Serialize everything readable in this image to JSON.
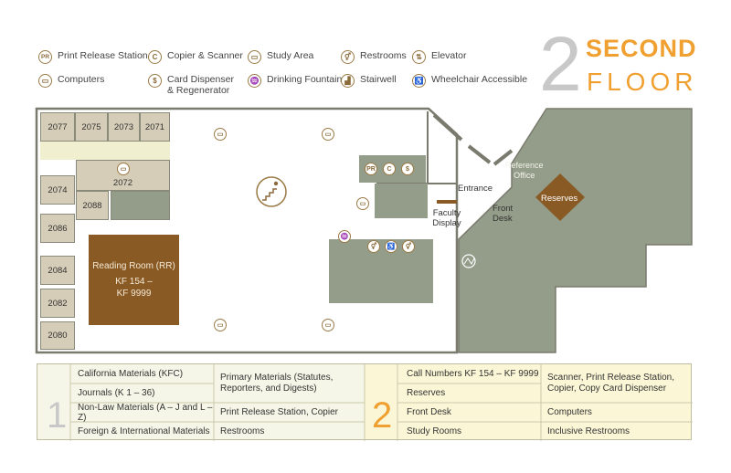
{
  "header": {
    "floor_number": "2",
    "line1": "SECOND",
    "line2": "FLOOR"
  },
  "legend": [
    {
      "icon": "print-release-icon",
      "glyph": "PR",
      "label": "Print Release Station"
    },
    {
      "icon": "copier-icon",
      "glyph": "C",
      "label": "Copier & Scanner"
    },
    {
      "icon": "study-area-icon",
      "glyph": "▭",
      "label": "Study Area"
    },
    {
      "icon": "restroom-icon",
      "glyph": "⚥",
      "label": "Restrooms"
    },
    {
      "icon": "elevator-icon",
      "glyph": "⇅",
      "label": "Elevator"
    },
    {
      "icon": "computer-icon",
      "glyph": "▭",
      "label": "Computers"
    },
    {
      "icon": "card-dispenser-icon",
      "glyph": "$",
      "label": "Card Dispenser\n& Regenerator"
    },
    {
      "icon": "drinking-fountain-icon",
      "glyph": "♒",
      "label": "Drinking Fountain"
    },
    {
      "icon": "stairwell-icon",
      "glyph": "▟",
      "label": "Stairwell"
    },
    {
      "icon": "wheelchair-icon",
      "glyph": "♿",
      "label": "Wheelchair Accessible"
    }
  ],
  "map": {
    "rooms": [
      "2077",
      "2075",
      "2073",
      "2071",
      "2072",
      "2074",
      "2088",
      "2086",
      "2084",
      "2082",
      "2080"
    ],
    "reading_room": {
      "title": "Reading Room (RR)",
      "range1": "KF 154 –",
      "range2": "KF 9999"
    },
    "labels": {
      "entrance": "Entrance",
      "faculty": "Faculty\nDisplay",
      "front_desk": "Front\nDesk",
      "reference": "Reference\nOffice",
      "reserves": "Reserves"
    },
    "markers": {
      "pr": "PR",
      "copier": "C",
      "dollar": "$"
    }
  },
  "directory": {
    "left": {
      "number": "1",
      "col1": [
        "California Materials (KFC)",
        "Journals (K 1 – 36)",
        "Non-Law Materials (A – J and L – Z)",
        "Foreign & International Materials"
      ],
      "col2": [
        "Primary Materials (Statutes, Reporters, and Digests)",
        "Print Release Station, Copier",
        "Restrooms"
      ]
    },
    "right": {
      "number": "2",
      "col1": [
        "Call Numbers KF 154 – KF 9999",
        "Reserves",
        "Front Desk",
        "Study Rooms"
      ],
      "col2": [
        "Scanner, Print Release Station, Copier, Copy Card Dispenser",
        "Computers",
        "Inclusive Restrooms"
      ]
    }
  },
  "colors": {
    "accent": "#f0a030",
    "gray_digit": "#c8c8c8",
    "green_area": "#939d89",
    "brown": "#8a5a25",
    "tan": "#d6cdb8"
  }
}
